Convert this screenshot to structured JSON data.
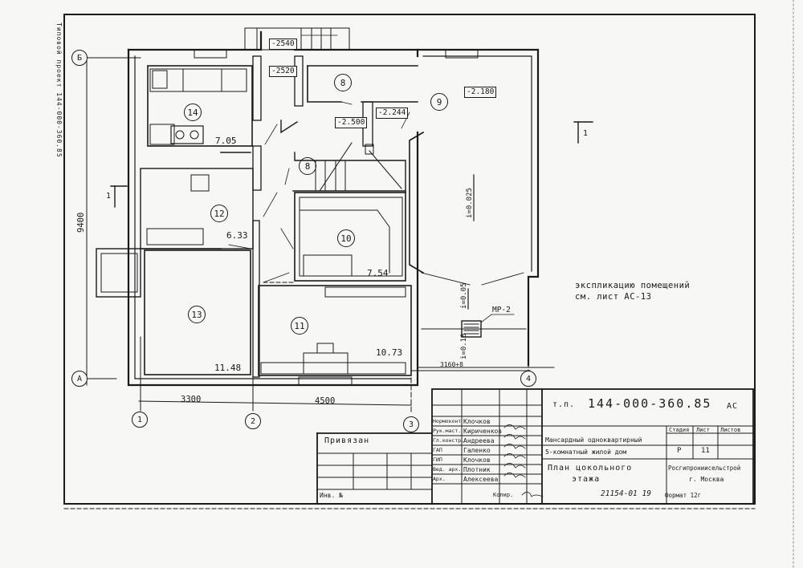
{
  "drawing": {
    "type": "floor_plan",
    "title": "План цокольного этажа",
    "sheet_margin_text": "Типовой проект 144-000-360.85"
  },
  "rooms": [
    {
      "number": "14",
      "area": "7.05"
    },
    {
      "number": "8",
      "area": ""
    },
    {
      "number": "8",
      "area": ""
    },
    {
      "number": "9",
      "area": ""
    },
    {
      "number": "12",
      "area": "6.33"
    },
    {
      "number": "10",
      "area": "7.54"
    },
    {
      "number": "13",
      "area": "11.48"
    },
    {
      "number": "11",
      "area": "10.73"
    }
  ],
  "elevations": [
    "-2540",
    "-2520",
    "-2.500",
    "-2.244",
    "-2.180"
  ],
  "slopes": [
    "i=0.025",
    "i=0.05",
    "i=0.18"
  ],
  "equipment": {
    "label": "МР-2"
  },
  "axes": {
    "horizontal": [
      "1",
      "2",
      "3",
      "4"
    ],
    "vertical": [
      "Б",
      "А"
    ]
  },
  "dimensions": {
    "bay_1_2": "3300",
    "bay_2_3": "4500",
    "overall_height": "9400",
    "small_dim": "3160+8"
  },
  "section_marks": [
    "1",
    "1"
  ],
  "note": {
    "line1": "экспликацию помещений",
    "line2": "см. лист АС-13"
  },
  "title_block": {
    "project_code_prefix": "т.п.",
    "project_code": "144-000-360.85",
    "section": "АС",
    "privyazan": "Привязан",
    "inv_no": "Инв. №",
    "staff": [
      {
        "role": "Нормоконт",
        "name": "Клочков"
      },
      {
        "role": "Рук.маст.",
        "name": "Кириченков"
      },
      {
        "role": "Гл.констр.",
        "name": "Андреева"
      },
      {
        "role": "ГАП",
        "name": "Галенко"
      },
      {
        "role": "ГИП",
        "name": "Клочков"
      },
      {
        "role": "Вед. арх.",
        "name": "Плотник"
      },
      {
        "role": "Арх.",
        "name": "Алексеева"
      }
    ],
    "description_line1": "Мансардный одноквартирный",
    "description_line2": "5-комнатный жилой дом",
    "sheet_title_line1": "План цокольного",
    "sheet_title_line2": "этажа",
    "stage_header": "Стадия",
    "sheet_header": "Лист",
    "sheets_header": "Листов",
    "stage": "Р",
    "sheet": "11",
    "sheets": "",
    "organization_line1": "Росгипрониисельстрой",
    "organization_line2": "г. Москва",
    "copied_label": "Копир.",
    "order_number": "21154-01 19",
    "format": "Формат 12г"
  }
}
